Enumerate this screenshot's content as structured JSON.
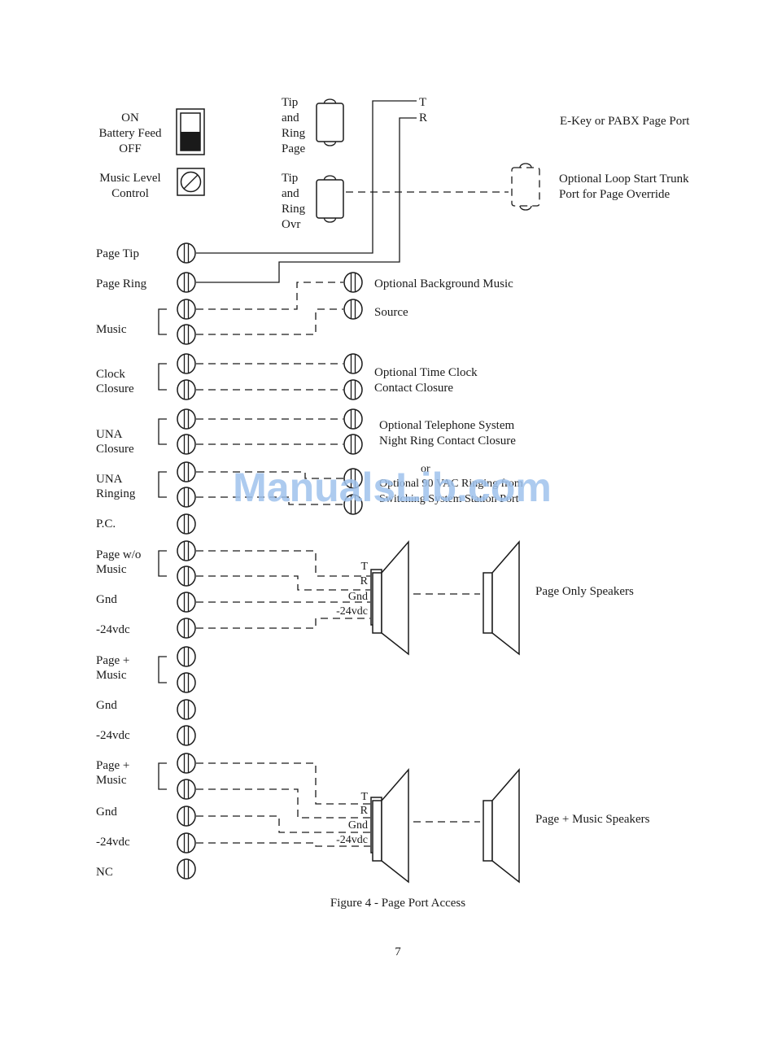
{
  "diagram": {
    "top_controls": {
      "battery_feed": [
        "ON",
        "Battery Feed",
        "OFF"
      ],
      "music_level": [
        "Music Level",
        "Control"
      ],
      "tip_ring_page": [
        "Tip",
        "and",
        "Ring",
        "Page"
      ],
      "tip_ring_ovr": [
        "Tip",
        "and",
        "Ring",
        "Ovr"
      ],
      "t_label": "T",
      "r_label": "R",
      "ekey_label": "E-Key or PABX Page Port",
      "loop_start": [
        "Optional Loop Start Trunk",
        "Port for Page Override"
      ]
    },
    "terminals": [
      [
        "Page Tip"
      ],
      [
        "Page Ring"
      ],
      [
        "Music"
      ],
      [
        "Clock",
        "Closure"
      ],
      [
        "UNA",
        "Closure"
      ],
      [
        "UNA",
        "Ringing"
      ],
      [
        "P.C."
      ],
      [
        "Page w/o",
        "Music"
      ],
      [
        "Gnd"
      ],
      [
        "-24vdc"
      ],
      [
        "Page +",
        "Music"
      ],
      [
        "Gnd"
      ],
      [
        "-24vdc"
      ],
      [
        "Page +",
        "Music"
      ],
      [
        "Gnd"
      ],
      [
        "-24vdc"
      ],
      [
        "NC"
      ]
    ],
    "sources": {
      "background_music": [
        "Optional Background Music",
        "Source"
      ],
      "time_clock": [
        "Optional Time Clock",
        "Contact Closure"
      ],
      "night_ring": [
        "Optional Telephone System",
        "Night Ring Contact Closure"
      ],
      "or_text": "or",
      "ringing": [
        "Optional 90 VAC Ringing from",
        "Switching System Station Port"
      ]
    },
    "speaker_inputs": [
      "T",
      "R",
      "Gnd",
      "-24vdc"
    ],
    "speaker_groups": [
      "Page Only Speakers",
      "Page + Music Speakers"
    ],
    "caption": "Figure 4 - Page Port Access",
    "page_number": "7"
  },
  "watermark": "ManualsLib.com"
}
